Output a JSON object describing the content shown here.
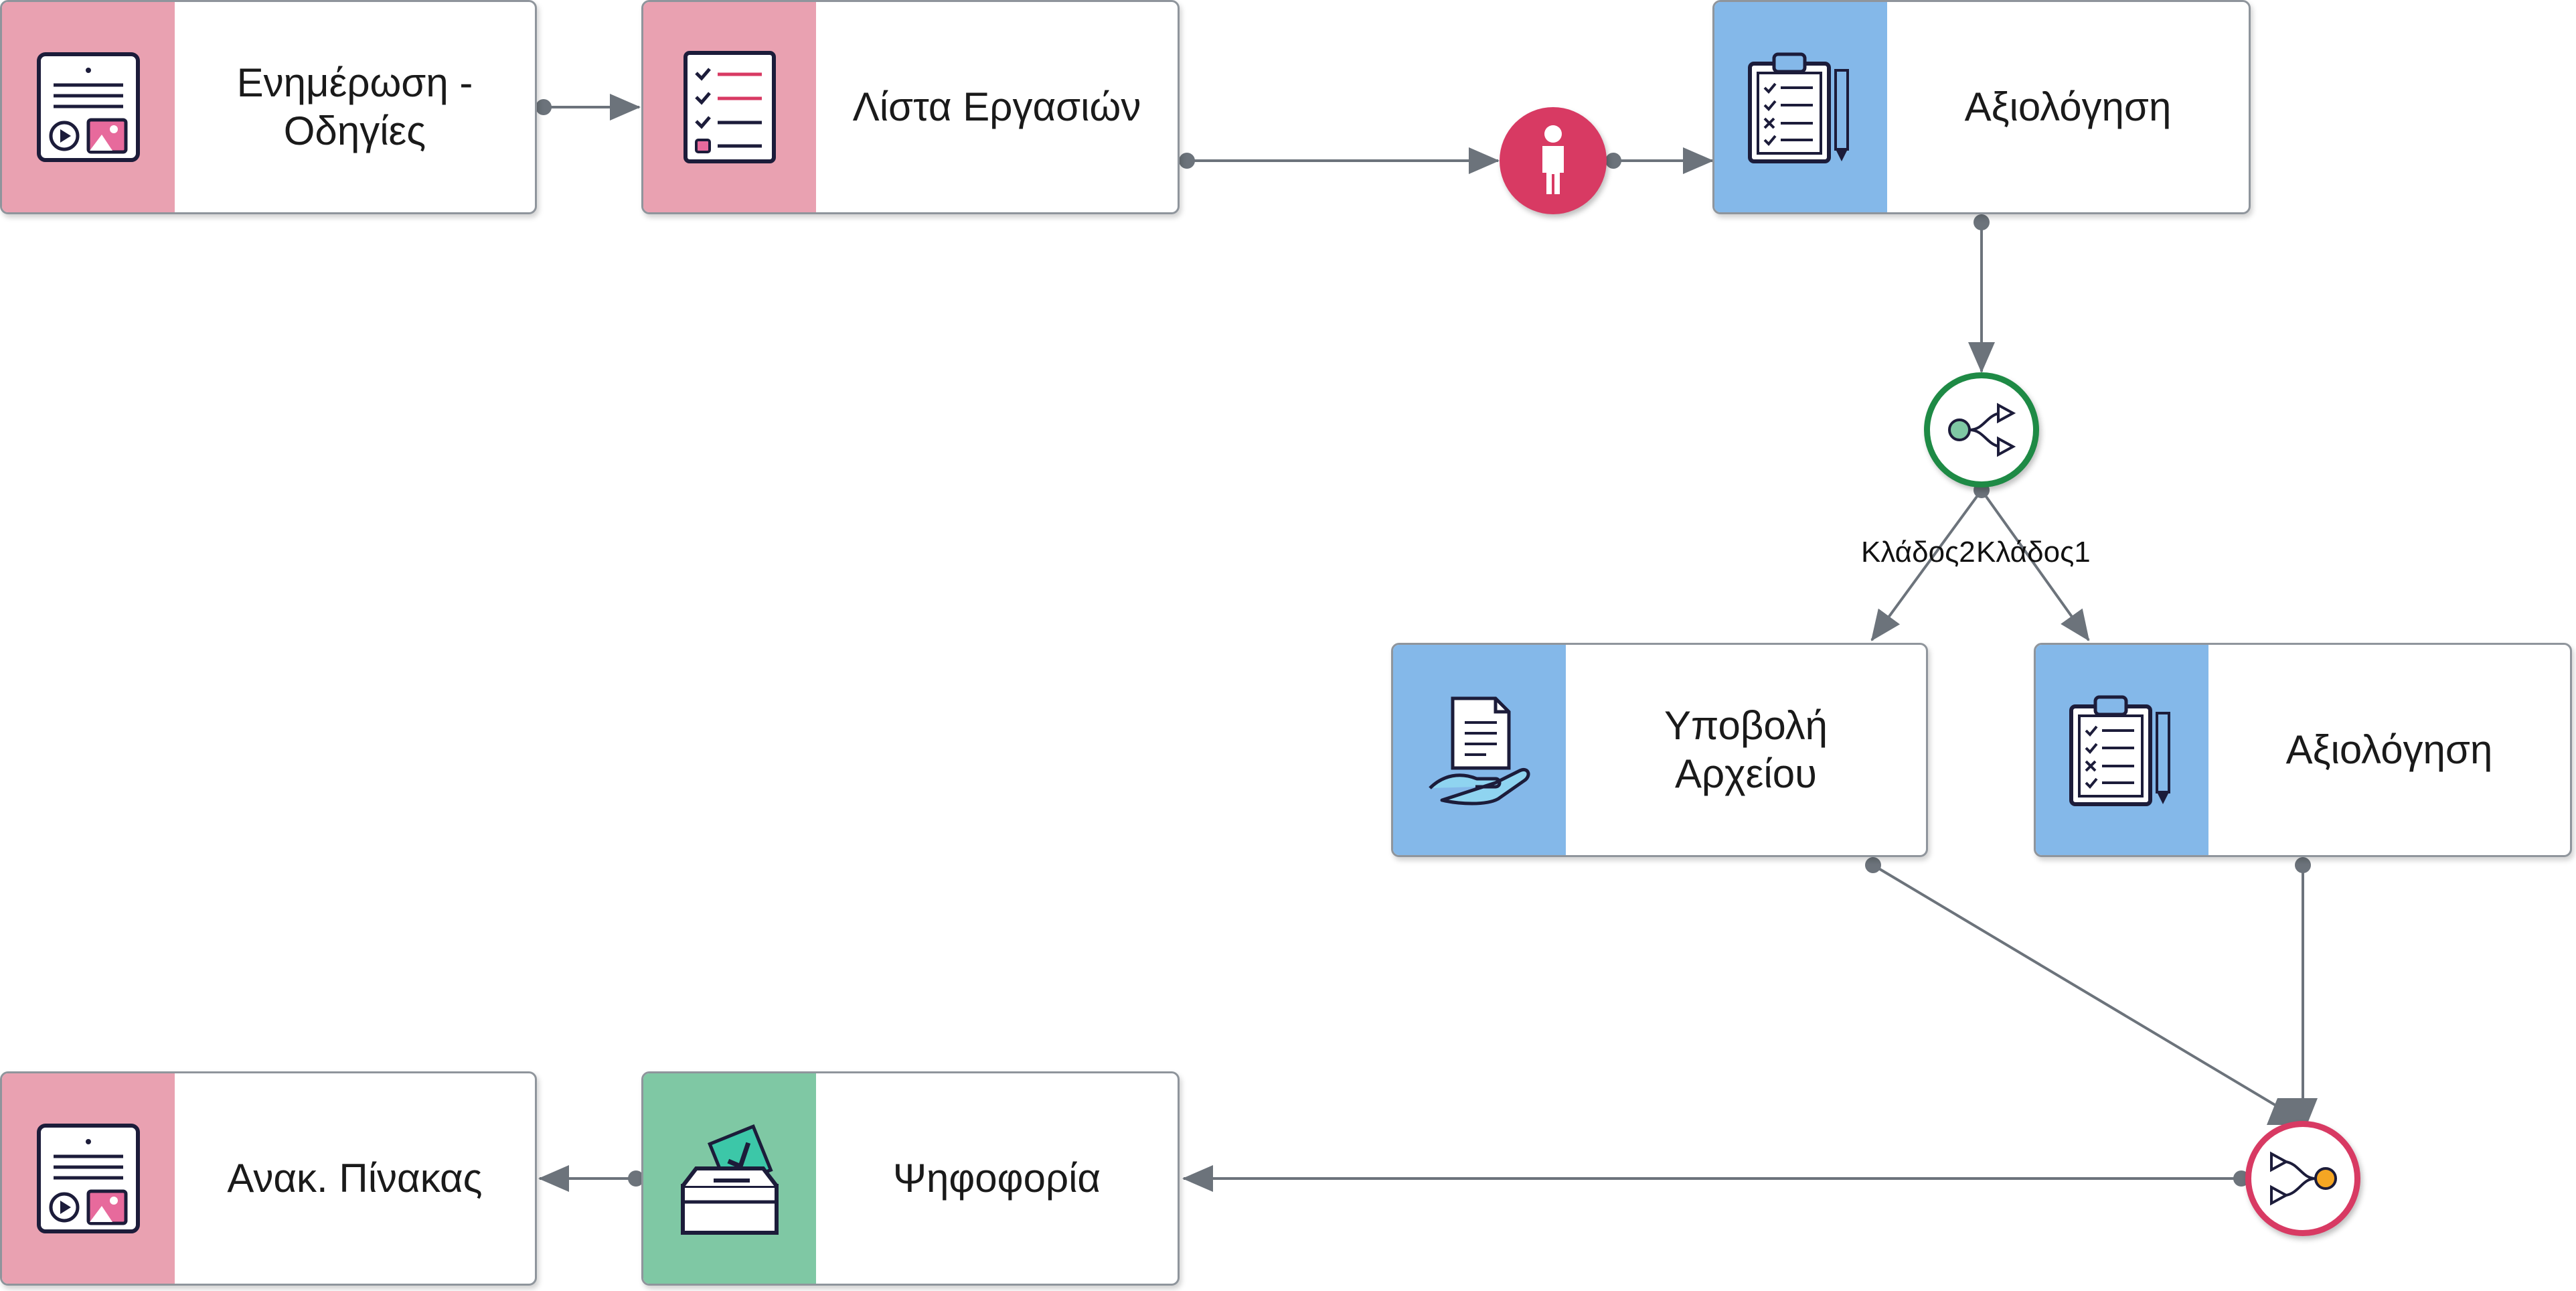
{
  "colors": {
    "info_band": "#e9a1b1",
    "task_band": "#84b8e9",
    "vote_band": "#7fc8a4",
    "edge": "#6c737b",
    "user_event": "#d83a63",
    "split_gateway_ring": "#1e8a45",
    "merge_gateway_ring": "#d83a63"
  },
  "nodes": {
    "instructions": {
      "label": "Ενημέρωση -\nΟδηγίες",
      "icon": "board-media-icon"
    },
    "task_list": {
      "label": "Λίστα Εργασιών",
      "icon": "checklist-icon"
    },
    "evaluation_top": {
      "label": "Αξιολόγηση",
      "icon": "clipboard-pencil-icon"
    },
    "file_submission": {
      "label": "Υποβολή\nΑρχείου",
      "icon": "hand-document-icon"
    },
    "evaluation_branch": {
      "label": "Αξιολόγηση",
      "icon": "clipboard-pencil-icon"
    },
    "voting": {
      "label": "Ψηφοφορία",
      "icon": "ballot-box-icon"
    },
    "announcement_board": {
      "label": "Ανακ. Πίνακας",
      "icon": "board-media-icon"
    }
  },
  "events": {
    "user": {
      "icon": "person-icon"
    },
    "split_gateway": {
      "icon": "split-icon"
    },
    "merge_gateway": {
      "icon": "merge-icon"
    }
  },
  "edge_labels": {
    "branch2": "Κλάδος2",
    "branch1": "Κλάδος1"
  }
}
